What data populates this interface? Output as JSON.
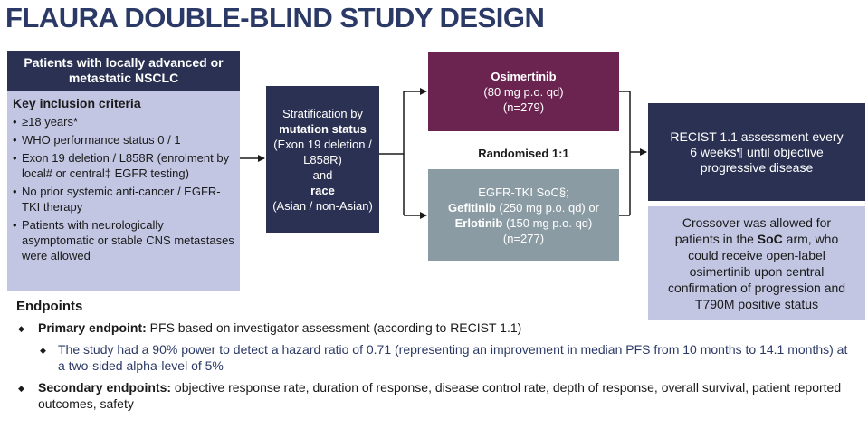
{
  "title": "FLAURA DOUBLE-BLIND STUDY DESIGN",
  "patients": {
    "header": "Patients with locally advanced or metastatic NSCLC",
    "criteria_heading": "Key inclusion criteria",
    "criteria": [
      "≥18 years*",
      "WHO performance status 0 / 1",
      "Exon 19 deletion / L858R (enrolment by local# or central‡ EGFR testing)",
      "No prior systemic anti-cancer / EGFR-TKI therapy",
      "Patients with neurologically asymptomatic or stable CNS metastases were allowed"
    ]
  },
  "stratification": {
    "line1": "Stratification by",
    "line2": "mutation status",
    "line3": "(Exon 19 deletion / L858R)",
    "line4": "and",
    "line5": "race",
    "line6": "(Asian / non-Asian)"
  },
  "osimertinib": {
    "name": "Osimertinib",
    "dose": "(80 mg p.o. qd)",
    "n": "(n=279)"
  },
  "randomised": "Randomised 1:1",
  "soc": {
    "heading": "EGFR-TKI SoC§;",
    "drug1": "Gefitinib",
    "dose1": " (250 mg p.o. qd) or",
    "drug2": "Erlotinib",
    "dose2": " (150 mg p.o. qd)",
    "n": "(n=277)"
  },
  "recist": "RECIST 1.1 assessment every 6 weeks¶ until objective progressive disease",
  "crossover": {
    "pre": "Crossover was allowed for patients in the ",
    "bold": "SoC",
    "post": " arm, who could receive open-label osimertinib upon central confirmation of progression and T790M positive status"
  },
  "endpoints": {
    "heading": "Endpoints",
    "primary_label": "Primary endpoint:",
    "primary_text": " PFS based on investigator assessment (according to RECIST 1.1)",
    "primary_sub": "The study had a 90% power to detect a hazard ratio of 0.71 (representing an improvement in median PFS from 10 months to 14.1 months) at a two-sided alpha-level of 5%",
    "secondary_label": "Secondary endpoints:",
    "secondary_text": " objective response rate, duration of response, disease control rate, depth of response, overall survival, patient reported outcomes, safety"
  }
}
